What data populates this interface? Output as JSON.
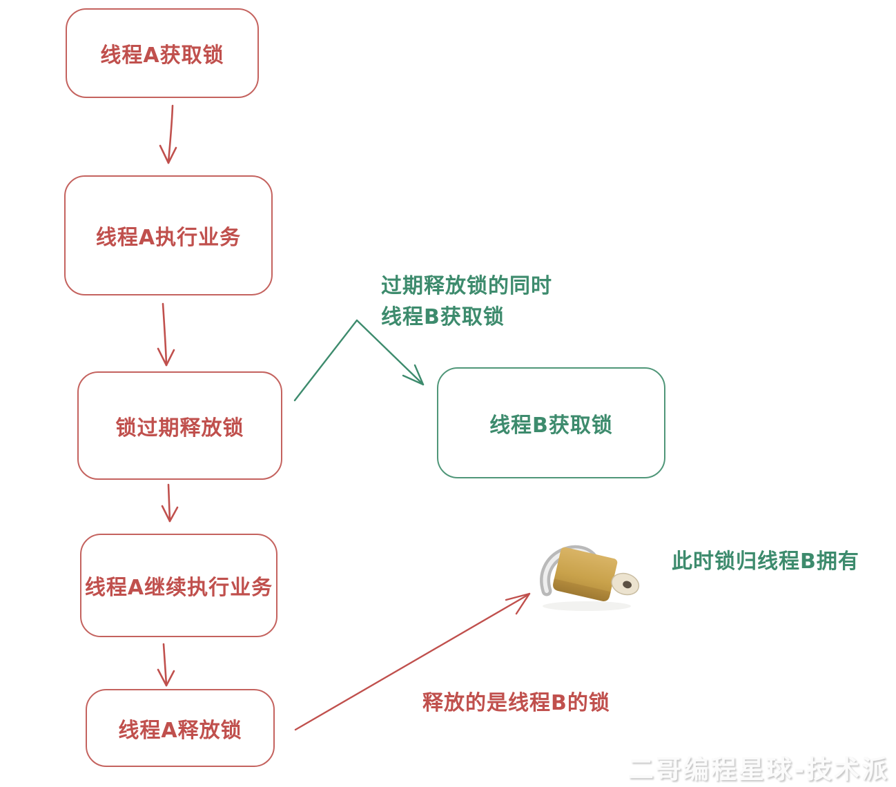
{
  "flowchart": {
    "nodes": [
      {
        "id": "thread-a-acquire",
        "label": "线程A获取锁",
        "color": "red"
      },
      {
        "id": "thread-a-execute",
        "label": "线程A执行业务",
        "color": "red"
      },
      {
        "id": "lock-expire-release",
        "label": "锁过期释放锁",
        "color": "red"
      },
      {
        "id": "thread-a-continue",
        "label": "线程A继续执行业务",
        "color": "red"
      },
      {
        "id": "thread-a-release",
        "label": "线程A释放锁",
        "color": "red"
      },
      {
        "id": "thread-b-acquire",
        "label": "线程B获取锁",
        "color": "green"
      }
    ],
    "annotations": {
      "expire_note_line1": "过期释放锁的同时",
      "expire_note_line2": "线程B获取锁",
      "owner_note": "此时锁归线程B拥有",
      "release_note": "释放的是线程B的锁"
    },
    "icons": [
      {
        "name": "padlock-with-key",
        "meaning": "the lock now held by thread B"
      }
    ],
    "colors": {
      "red": "#c0504d",
      "green": "#3d8b6d",
      "lock_body": "#cda551",
      "lock_shackle": "#c6c6c6",
      "key_head": "#ece3cf"
    },
    "watermark": "二哥编程星球-技术派"
  }
}
